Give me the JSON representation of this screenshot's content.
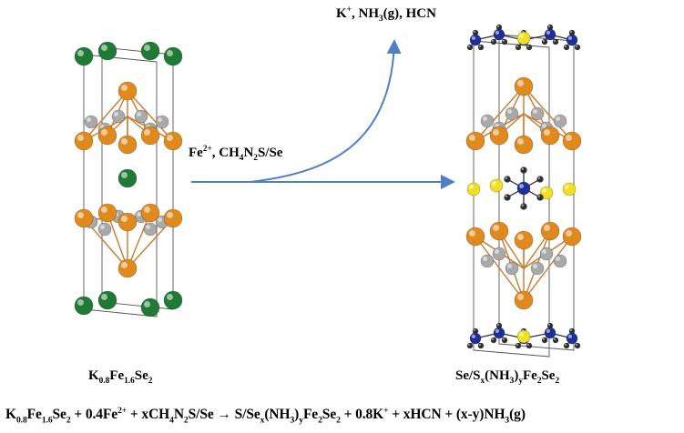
{
  "colors": {
    "arrow": "#4f7fc6",
    "potassium": "#1f7a35",
    "iron": "#e08a1e",
    "selenium": "#a9a9a9",
    "sulfur_selenium_guest": "#f0e020",
    "nitrogen": "#1e2f9a",
    "hydrogen": "#303030",
    "cell_edges": "#555555",
    "bonds": "#c87a2a"
  },
  "labels": {
    "products": {
      "parts": [
        [
          "K",
          "n"
        ],
        [
          "+",
          "sup"
        ],
        [
          ", NH",
          "n"
        ],
        [
          "3",
          "sub"
        ],
        [
          "(g), HCN",
          "n"
        ]
      ]
    },
    "reagents": {
      "parts": [
        [
          "Fe",
          "n"
        ],
        [
          "2+",
          "sup"
        ],
        [
          ", CH",
          "n"
        ],
        [
          "4",
          "sub"
        ],
        [
          "N",
          "n"
        ],
        [
          "2",
          "sub"
        ],
        [
          "S/Se",
          "n"
        ]
      ]
    },
    "left_formula": {
      "parts": [
        [
          "K",
          "n"
        ],
        [
          "0.8",
          "sub"
        ],
        [
          "Fe",
          "n"
        ],
        [
          "1.6",
          "sub"
        ],
        [
          "Se",
          "n"
        ],
        [
          "2",
          "sub"
        ]
      ]
    },
    "right_formula": {
      "parts": [
        [
          "Se/S",
          "n"
        ],
        [
          "x",
          "sub"
        ],
        [
          "(NH",
          "n"
        ],
        [
          "3",
          "sub"
        ],
        [
          ")",
          "n"
        ],
        [
          "y",
          "sub"
        ],
        [
          "Fe",
          "n"
        ],
        [
          "2",
          "sub"
        ],
        [
          "Se",
          "n"
        ],
        [
          "2",
          "sub"
        ]
      ]
    },
    "equation": {
      "parts": [
        [
          "K",
          "n"
        ],
        [
          "0.8",
          "sub"
        ],
        [
          "Fe",
          "n"
        ],
        [
          "1.6",
          "sub"
        ],
        [
          "Se",
          "n"
        ],
        [
          "2",
          "sub"
        ],
        [
          " + 0.4Fe",
          "n"
        ],
        [
          "2+",
          "sup"
        ],
        [
          " + xCH",
          "n"
        ],
        [
          "4",
          "sub"
        ],
        [
          "N",
          "n"
        ],
        [
          "2",
          "sub"
        ],
        [
          "S/Se → S/Se",
          "n"
        ],
        [
          "x",
          "sub"
        ],
        [
          "(NH",
          "n"
        ],
        [
          "3",
          "sub"
        ],
        [
          ")",
          "n"
        ],
        [
          "y",
          "sub"
        ],
        [
          "Fe",
          "n"
        ],
        [
          "2",
          "sub"
        ],
        [
          "Se",
          "n"
        ],
        [
          "2",
          "sub"
        ],
        [
          " + 0.8K",
          "n"
        ],
        [
          "+",
          "sup"
        ],
        [
          " + xHCN + (x-y)NH",
          "n"
        ],
        [
          "3",
          "sub"
        ],
        [
          "(g)",
          "n"
        ]
      ]
    }
  }
}
